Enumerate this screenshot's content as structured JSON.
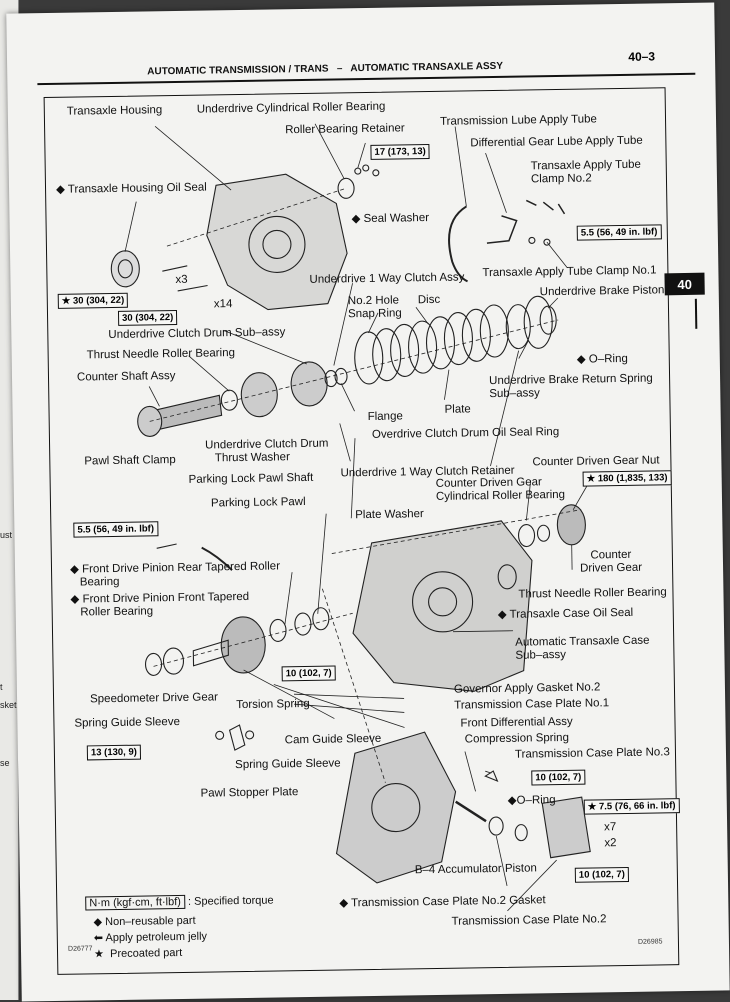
{
  "header": {
    "section": "AUTOMATIC TRANSMISSION / TRANS",
    "dash": "–",
    "subsection": "AUTOMATIC TRANSAXLE ASSY",
    "page_number": "40–3",
    "tab": "40"
  },
  "left_page_fragments": [
    "ust",
    "t",
    "sket",
    "se"
  ],
  "labels": {
    "transaxle_housing": "Transaxle Housing",
    "ud_cyl_roller_bearing": "Underdrive Cylindrical Roller Bearing",
    "roller_bearing_retainer": "Roller Bearing Retainer",
    "trans_lube_tube": "Transmission Lube Apply Tube",
    "diff_lube_tube": "Differential Gear Lube Apply Tube",
    "tube_clamp2_l1": "Transaxle Apply Tube",
    "tube_clamp2_l2": "Clamp No.2",
    "housing_oil_seal": "◆ Transaxle Housing Oil Seal",
    "seal_washer": "◆ Seal Washer",
    "x3": "x3",
    "x14": "x14",
    "ud_1way_clutch_assy": "Underdrive 1 Way Clutch Assy",
    "tube_clamp1": "Transaxle Apply Tube Clamp No.1",
    "snap_ring_l1": "No.2 Hole",
    "snap_ring_l2": "Snap Ring",
    "disc": "Disc",
    "ud_brake_piston": "Underdrive Brake Piston",
    "ud_clutch_drum": "Underdrive Clutch Drum Sub–assy",
    "thrust_needle": "Thrust Needle Roller Bearing",
    "counter_shaft": "Counter Shaft Assy",
    "o_ring_1": "◆ O–Ring",
    "ud_brake_return_l1": "Underdrive Brake Return Spring",
    "ud_brake_return_l2": "Sub–assy",
    "flange": "Flange",
    "plate": "Plate",
    "od_clutch_seal": "Overdrive Clutch Drum Oil Seal Ring",
    "ud_drum_washer_l1": "Underdrive Clutch Drum",
    "ud_drum_washer_l2": "Thrust Washer",
    "pawl_shaft_clamp": "Pawl Shaft Clamp",
    "parking_pawl_shaft": "Parking Lock Pawl Shaft",
    "ud_1way_retainer": "Underdrive 1 Way Clutch Retainer",
    "cdg_nut": "Counter Driven Gear Nut",
    "parking_pawl": "Parking Lock Pawl",
    "cdg_cyl_l1": "Counter Driven Gear",
    "cdg_cyl_l2": "Cylindrical Roller Bearing",
    "plate_washer": "Plate Washer",
    "fdp_rear_l1": "◆ Front Drive Pinion Rear Tapered Roller",
    "fdp_rear_l2": "Bearing",
    "fdp_front_l1": "◆ Front Drive Pinion Front Tapered",
    "fdp_front_l2": "Roller Bearing",
    "counter_driven_gear_l1": "Counter",
    "counter_driven_gear_l2": "Driven Gear",
    "thrust_needle_2": "Thrust Needle Roller Bearing",
    "case_oil_seal": "◆ Transaxle Case Oil Seal",
    "case_subassy_l1": "Automatic Transaxle Case",
    "case_subassy_l2": "Sub–assy",
    "speedo_gear": "Speedometer Drive Gear",
    "torsion_spring": "Torsion Spring",
    "governor_gasket": "Governor Apply Gasket No.2",
    "case_plate1": "Transmission Case Plate No.1",
    "spring_guide_sleeve": "Spring Guide Sleeve",
    "front_diff": "Front Differential Assy",
    "cam_guide": "Cam Guide Sleeve",
    "compression_spring": "Compression Spring",
    "spring_guide_sleeve_2": "Spring Guide Sleeve",
    "case_plate3": "Transmission Case Plate No.3",
    "pawl_stopper": "Pawl Stopper Plate",
    "o_ring_2": "◆O–Ring",
    "x7": "x7",
    "x2": "x2",
    "b4_piston": "B–4 Accumulator Piston",
    "case_plate2_gasket": "◆ Transmission Case Plate No.2 Gasket",
    "case_plate2": "Transmission Case Plate No.2"
  },
  "torques": {
    "t_17": "17 (173, 13)",
    "t_5_5a": "5.5 (56, 49 in. lbf)",
    "t_30a": "30 (304, 22)",
    "t_30b": "30 (304, 22)",
    "t_5_5b": "5.5 (56, 49 in. lbf)",
    "t_180": "180 (1,835, 133)",
    "t_10a": "10 (102, 7)",
    "t_13": "13 (130, 9)",
    "t_10b": "10 (102, 7)",
    "t_7_5": "7.5 (76, 66 in. lbf)",
    "t_10c": "10 (102, 7)"
  },
  "legend": {
    "spec_box": "N·m (kgf·cm, ft·lbf)",
    "spec_text": ": Specified torque",
    "non_reusable": "◆ Non–reusable part",
    "petroleum": "Apply petroleum jelly",
    "precoated": "Precoated part"
  },
  "codes": {
    "left_code": "D26777",
    "right_code": "D26985"
  }
}
